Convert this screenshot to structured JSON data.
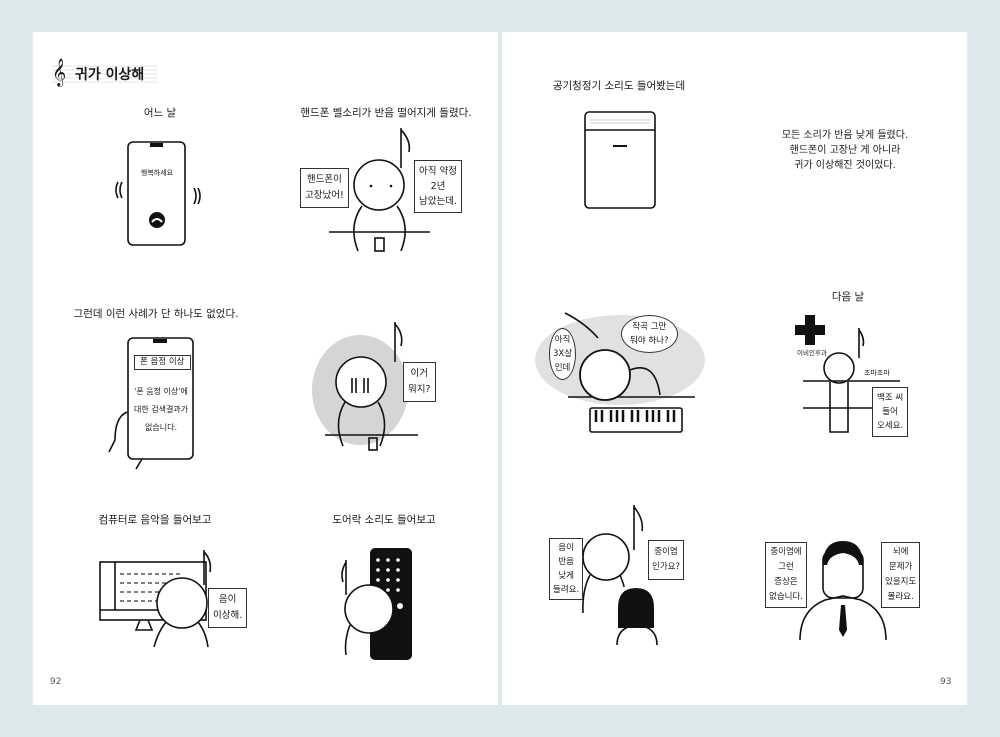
{
  "chapter_title": "귀가 이상해",
  "icons": {
    "chapter": "treble-clef-icon"
  },
  "left_page": {
    "page_number": "92",
    "panels": [
      {
        "caption": "어느 날",
        "phone_screen": "행복하세요"
      },
      {
        "caption": "핸드폰 벨소리가 반음 떨어지게 들렸다.",
        "bubble_left": "핸드폰이\n고장났어!",
        "bubble_right": "아직 약정\n2년\n남았는데."
      },
      {
        "caption": "그런데 이런 사례가 단 하나도 없었다.",
        "search_box": "폰 음정 이상",
        "search_result": "'폰 음정 이상'에\n대한 검색결과가\n없습니다."
      },
      {
        "bubble": "이거\n뭐지?"
      },
      {
        "caption": "컴퓨터로 음악을 들어보고",
        "bubble": "음이\n이상해."
      },
      {
        "caption": "도어락 소리도 들어보고"
      }
    ]
  },
  "right_page": {
    "page_number": "93",
    "panels": [
      {
        "caption": "공기청정기 소리도 들어봤는데"
      },
      {
        "narration": "모든 소리가 반음 낮게 들렸다.\n핸드폰이 고장난 게 아니라\n귀가 이상해진 것이었다."
      },
      {
        "bubble_left": "아직\n3X살\n인데",
        "bubble_right": "작곡 그만\n둬야 하나?"
      },
      {
        "caption": "다음 날",
        "sign": "이비인후과",
        "sfx": "조마조마",
        "bubble": "백조 씨\n들어\n오세요."
      },
      {
        "bubble_left": "음이\n반음\n낮게\n들려요.",
        "bubble_right": "중이염\n인가요?"
      },
      {
        "bubble_left": "중이염에\n그런\n증상은\n없습니다.",
        "bubble_right": "뇌에\n문제가\n있을지도\n몰라요."
      }
    ]
  }
}
